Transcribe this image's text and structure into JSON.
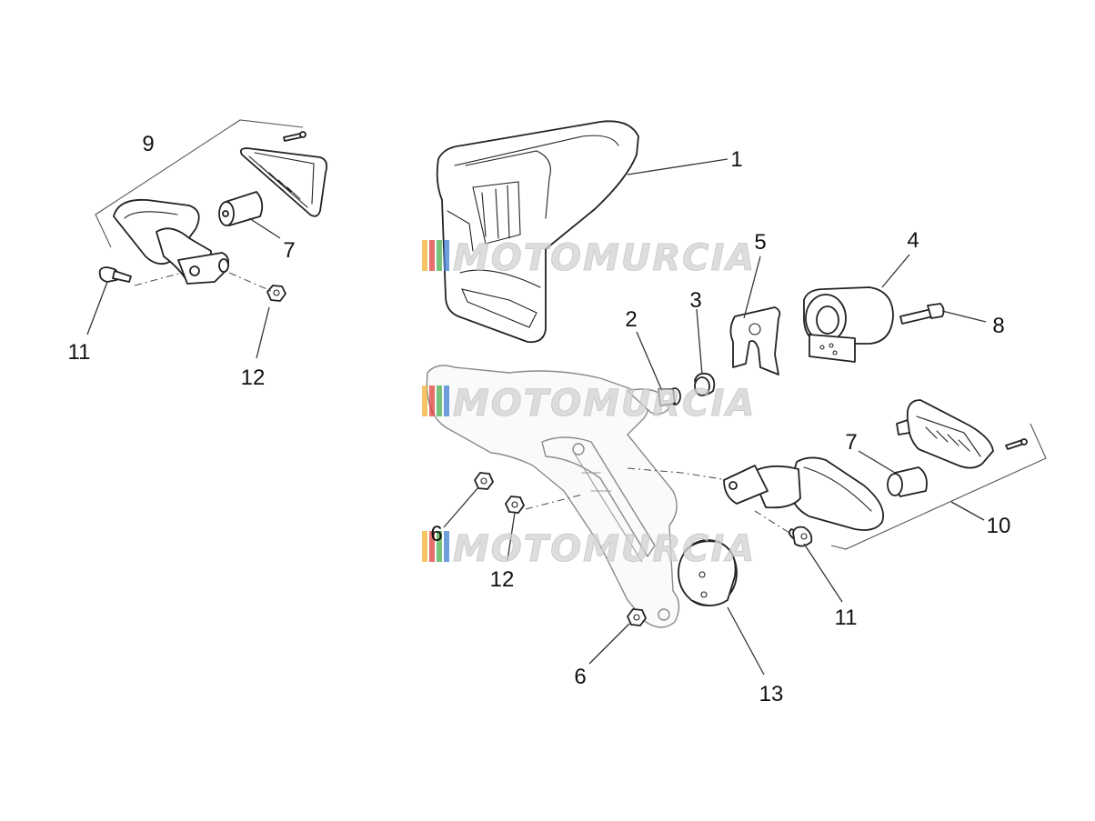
{
  "callouts": {
    "c1": "1",
    "c2": "2",
    "c3": "3",
    "c4": "4",
    "c5": "5",
    "c6": "6",
    "c7a": "7",
    "c7b": "7",
    "c8": "8",
    "c9": "9",
    "c10": "10",
    "c11a": "11",
    "c11b": "11",
    "c12a": "12",
    "c12b": "12",
    "c13": "13"
  },
  "watermark": {
    "text": "MOTOMURCIA",
    "colors": [
      "#f2b134",
      "#e0413b",
      "#4caf50",
      "#3f7fd0"
    ]
  }
}
